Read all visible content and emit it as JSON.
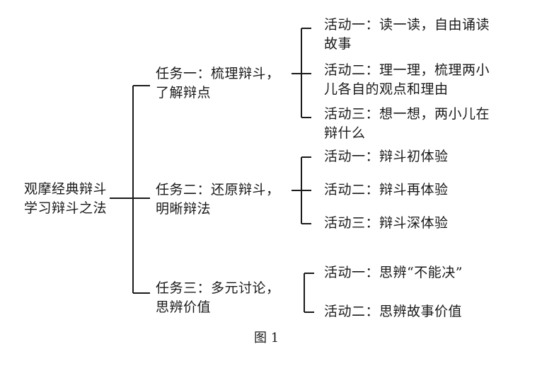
{
  "root": {
    "text": "观摩经典辩斗\n学习辩斗之法"
  },
  "tasks": [
    {
      "text": "任务一：梳理辩斗，\n了解辩点",
      "activities": [
        "活动一：读一读，自由诵读\n故事",
        "活动二：理一理，梳理两小\n儿各自的观点和理由",
        "活动三：想一想，两小儿在\n辩什么"
      ]
    },
    {
      "text": "任务二：还原辩斗，\n明晰辩法",
      "activities": [
        "活动一：辩斗初体验",
        "活动二：辩斗再体验",
        "活动三：辩斗深体验"
      ]
    },
    {
      "text": "任务三：多元讨论，\n思辨价值",
      "activities": [
        "活动一：思辨“不能决”",
        "活动二：思辨故事价值"
      ]
    }
  ],
  "caption": "图 1"
}
